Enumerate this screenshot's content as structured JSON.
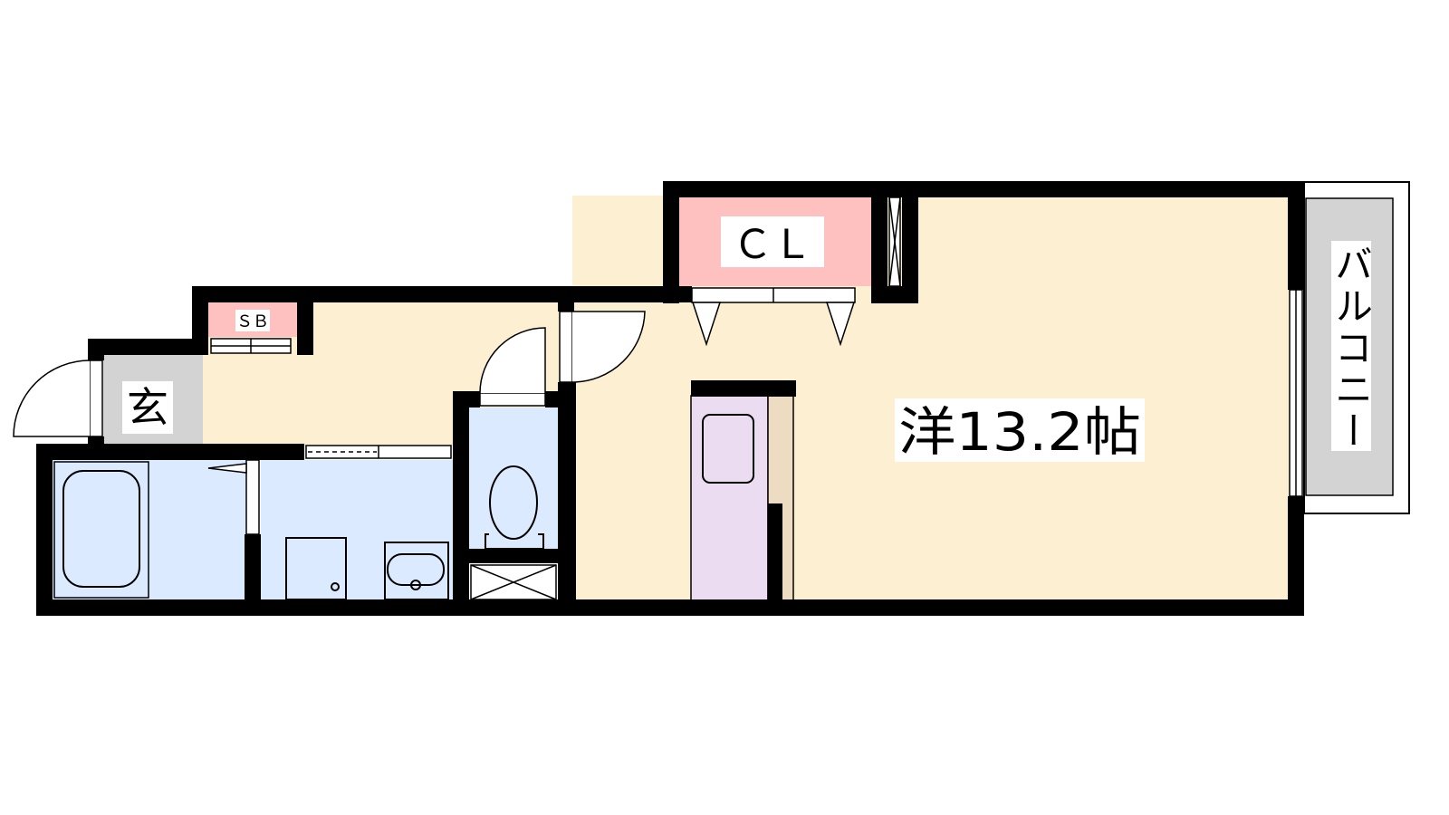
{
  "floorplan": {
    "rooms": {
      "western_room": "洋13.2帖",
      "closet": "ＣＬ",
      "shoe_box": "ＳＢ",
      "entrance": "玄",
      "balcony": "バルコニー"
    },
    "colors": {
      "room": "#fdf0d2",
      "wet_area": "#dbeafe",
      "entrance": "#d3d3d3",
      "storage": "#ffc0c0",
      "kitchen": "#ecdcf2",
      "wall": "#000000"
    }
  }
}
